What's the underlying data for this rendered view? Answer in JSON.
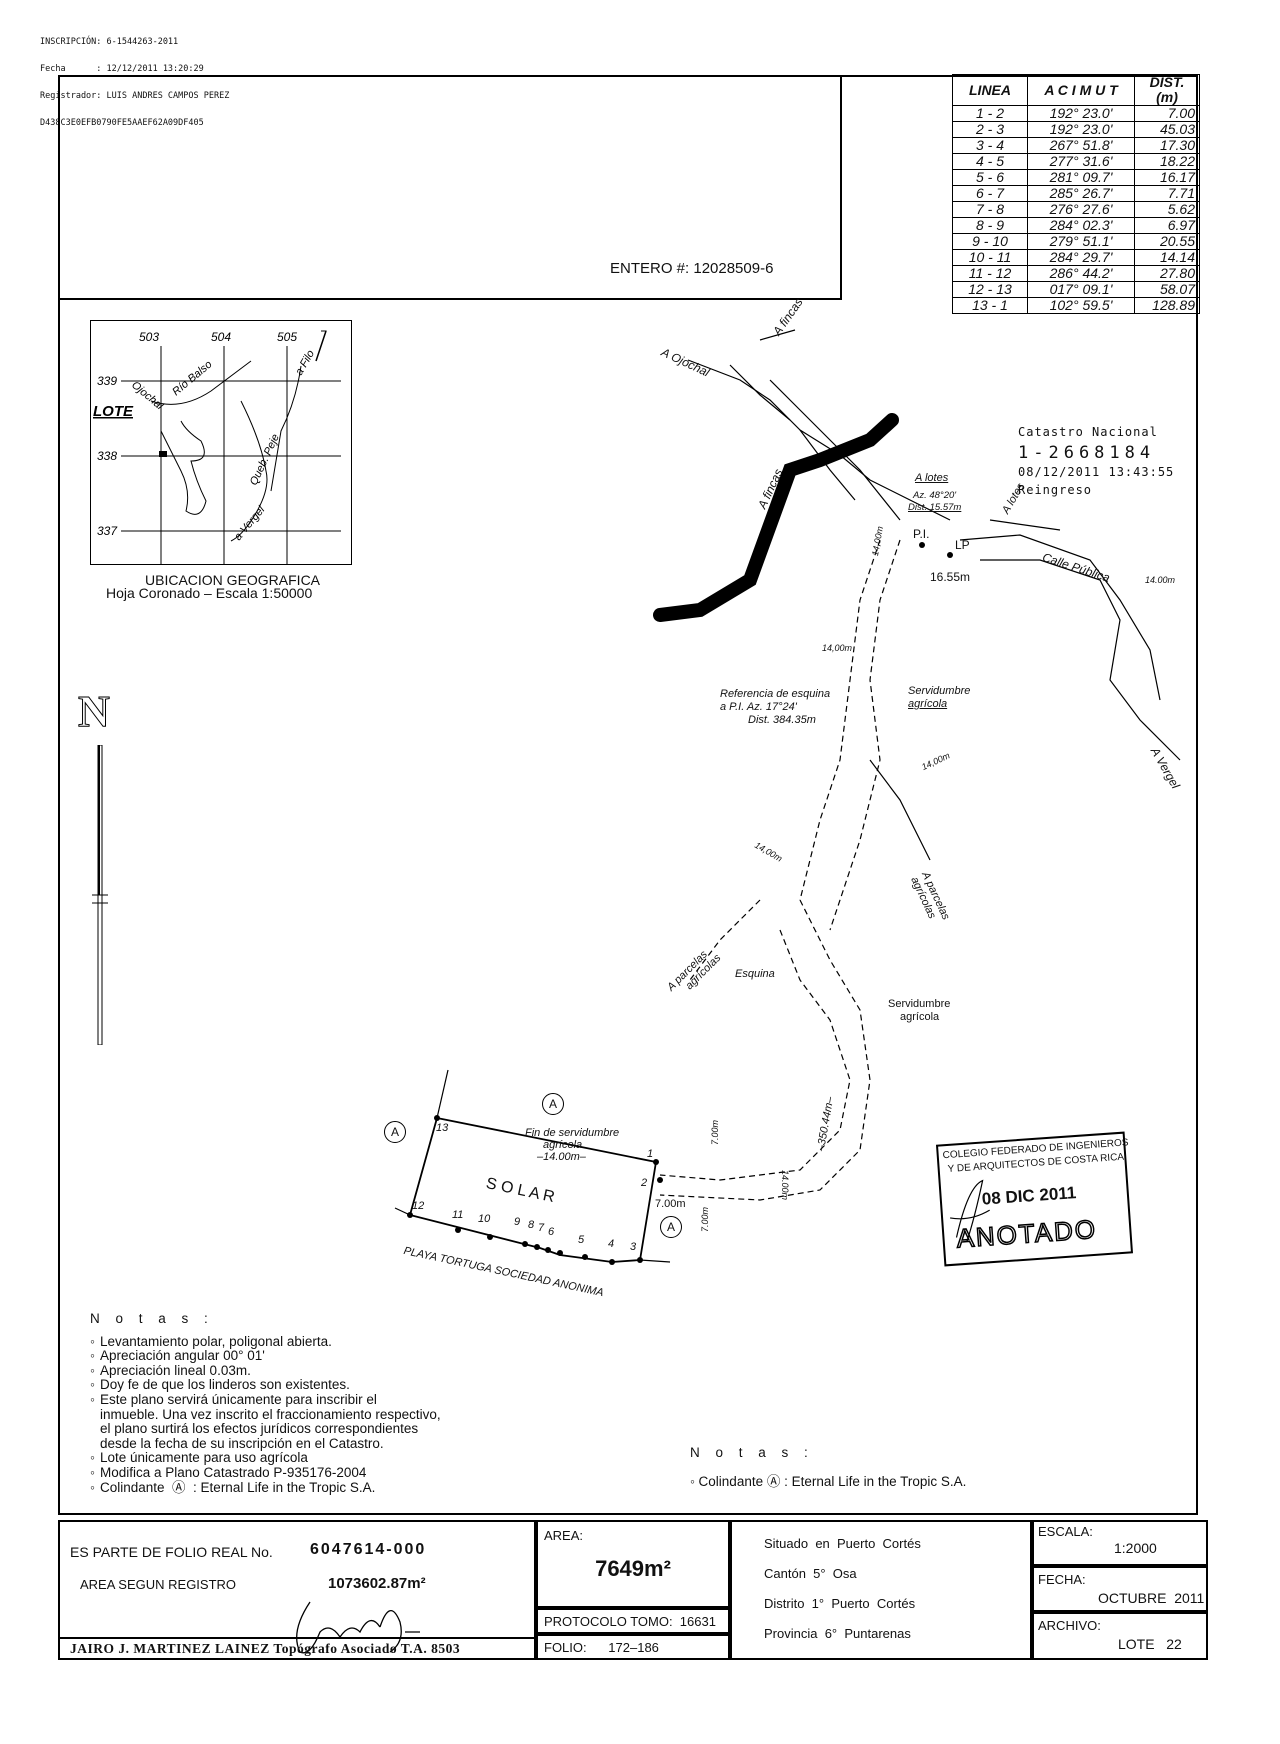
{
  "header_stamp": {
    "lines": [
      "INSCRIPCIÓN: 6-1544263-2011",
      "Fecha      : 12/12/2011 13:20:29",
      "Registrador: LUIS ANDRES CAMPOS PEREZ",
      "D438C3E0EFB0790FE5AAEF62A09DF405"
    ]
  },
  "entero": "ENTERO #: 12028509-6",
  "azimuth_table": {
    "headers": [
      "LINEA",
      "A C I M U T",
      "DIST.(m)"
    ],
    "rows": [
      [
        "1 - 2",
        "192° 23.0'",
        "7.00"
      ],
      [
        "2 - 3",
        "192° 23.0'",
        "45.03"
      ],
      [
        "3 - 4",
        "267° 51.8'",
        "17.30"
      ],
      [
        "4 - 5",
        "277° 31.6'",
        "18.22"
      ],
      [
        "5 - 6",
        "281° 09.7'",
        "16.17"
      ],
      [
        "6 - 7",
        "285° 26.7'",
        "7.71"
      ],
      [
        "7 - 8",
        "276° 27.6'",
        "5.62"
      ],
      [
        "8 - 9",
        "284° 02.3'",
        "6.97"
      ],
      [
        "9 - 10",
        "279° 51.1'",
        "20.55"
      ],
      [
        "10 - 11",
        "284° 29.7'",
        "14.14"
      ],
      [
        "11 - 12",
        "286° 44.2'",
        "27.80"
      ],
      [
        "12 - 13",
        "017° 09.1'",
        "58.07"
      ],
      [
        "13 - 1",
        "102° 59.5'",
        "128.89"
      ]
    ]
  },
  "location_map": {
    "grid_x": [
      "503",
      "504",
      "505"
    ],
    "grid_y": [
      "339",
      "338",
      "337"
    ],
    "labels": {
      "lote": "LOTE",
      "ojochal": "Ojochal",
      "rio_balso": "Río Balso",
      "filo": "a Filo",
      "queb_peje": "Queb. Peje",
      "vergel": "a Vergel"
    },
    "caption_1": "UBICACION GEOGRAFICA",
    "caption_2": "Hoja Coronado  –  Escala 1:50000"
  },
  "catastro": {
    "title": "Catastro Nacional",
    "number": "1-2668184",
    "datetime": "08/12/2011 13:43:55",
    "type": "Reingreso"
  },
  "plan_labels": {
    "north": "N",
    "a_ojochal": "A Ojochal",
    "a_fincas_top": "A fincas",
    "a_fincas_mid": "A fincas",
    "a_lotes_1": "A lotes",
    "a_lotes_2": "A lotes",
    "az_48": "Az. 48°20'",
    "dist_1557": "Dist. 15.57m",
    "pi": "P.I.",
    "lp": "LP",
    "d1655": "16.55m",
    "calle_publica": "Calle Pública",
    "w14_a": "14.00m",
    "w14_b": "14,00m",
    "w14_c": "14,00m",
    "w14_d": "14,00m",
    "w14_e": "14,00m",
    "w14_f": "14.00m",
    "ref_1": "Referencia de esquina",
    "ref_2": "a P.I. Az. 17°24'",
    "ref_3": "Dist. 384.35m",
    "serv_1a": "Servidumbre",
    "serv_1b": "agrícola",
    "serv_2a": "Servidumbre",
    "serv_2b": "agrícola",
    "a_vergel": "A Vergel",
    "a_parcelas_1": "A parcelas",
    "a_parcelas_1b": "agrícolas",
    "a_parcelas_2": "A parcelas",
    "a_parcelas_2b": "agrícolas",
    "esquina": "Esquina",
    "d35044": "–350.44m–",
    "fin_serv_1": "Fin de servidumbre",
    "fin_serv_2": "agrícola",
    "fin_serv_3": "–14.00m–",
    "d700_a": "7.00m",
    "d700_b": "7.00m",
    "d700_c": "7.00m",
    "solar": "S O L A R",
    "colindante_sur": "PLAYA TORTUGA SOCIEDAD ANONIMA",
    "colindante_marker": "A",
    "vertices": [
      "1",
      "2",
      "3",
      "4",
      "5",
      "6",
      "7",
      "8",
      "9",
      "10",
      "11",
      "12",
      "13"
    ]
  },
  "cfia_stamp": {
    "line1": "COLEGIO FEDERADO DE INGENIEROS",
    "line2": "Y DE ARQUITECTOS DE COSTA RICA",
    "date": "08 DIC 2011",
    "status": "ANOTADO"
  },
  "notes_left": {
    "heading": "N o t a s :",
    "items": [
      "Levantamiento polar, poligonal abierta.",
      "Apreciación angular 00° 01'",
      "Apreciación lineal 0.03m.",
      "Doy fe de que los linderos son existentes.",
      "Este plano servirá únicamente para inscribir el\ninmueble. Una vez inscrito el fraccionamiento respectivo,\nel plano surtirá los efectos jurídicos correspondientes\ndesde la fecha de su inscripción en el Catastro.",
      "Lote únicamente para uso agrícola",
      "Modifica a Plano Catastrado P-935176-2004",
      "Colindante  Ⓐ  : Eternal Life in the Tropic S.A."
    ]
  },
  "notes_right": {
    "heading": "N o t a s :",
    "item": "Colindante  Ⓐ  : Eternal Life in the Tropic S.A."
  },
  "folio": {
    "label": "ES PARTE DE FOLIO REAL No.",
    "value": "6047614-000",
    "area_reg_label": "AREA SEGUN REGISTRO",
    "area_reg_value": "1073602.87m²",
    "surveyor": "JAIRO J. MARTINEZ LAINEZ Topógrafo Asociado T.A. 8503"
  },
  "area": {
    "label": "AREA:",
    "value": "7649m²"
  },
  "protocolo": "PROTOCOLO TOMO:  16631",
  "folio_range": "FOLIO:      172–186",
  "situado": {
    "line1": "Situado  en  Puerto  Cortés",
    "line2": "Cantón  5°  Osa",
    "line3": "Distrito  1°  Puerto  Cortés",
    "line4": "Provincia  6°  Puntarenas"
  },
  "escala": {
    "label": "ESCALA:",
    "value": "1:2000"
  },
  "fecha": {
    "label": "FECHA:",
    "value": "OCTUBRE  2011"
  },
  "archivo": {
    "label": "ARCHIVO:",
    "value": "LOTE   22"
  }
}
